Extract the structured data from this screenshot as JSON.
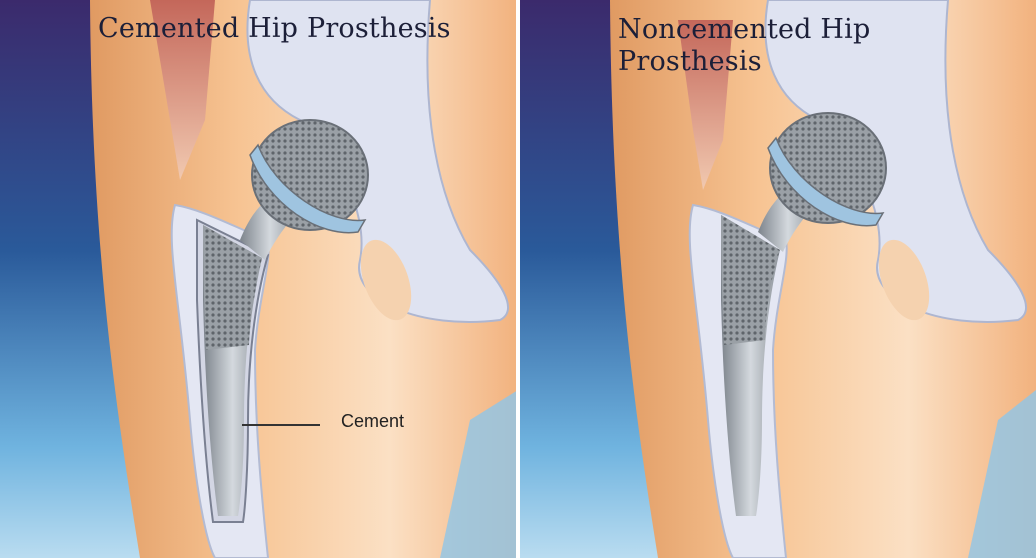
{
  "figure": {
    "panels": [
      {
        "title": "Cemented Hip Prosthesis",
        "callout_label": "Cement"
      },
      {
        "title": "Noncemented Hip Prosthesis"
      }
    ],
    "colors": {
      "background_top": "#3a2a6e",
      "background_bottom": "#9fd0ea",
      "skin": "#f0b585",
      "bone": "#dfe3f0",
      "metal": "#a9b0b8",
      "mesh": "#8a9096",
      "cement": "#d8dbe6",
      "muscle": "#d08070"
    }
  }
}
